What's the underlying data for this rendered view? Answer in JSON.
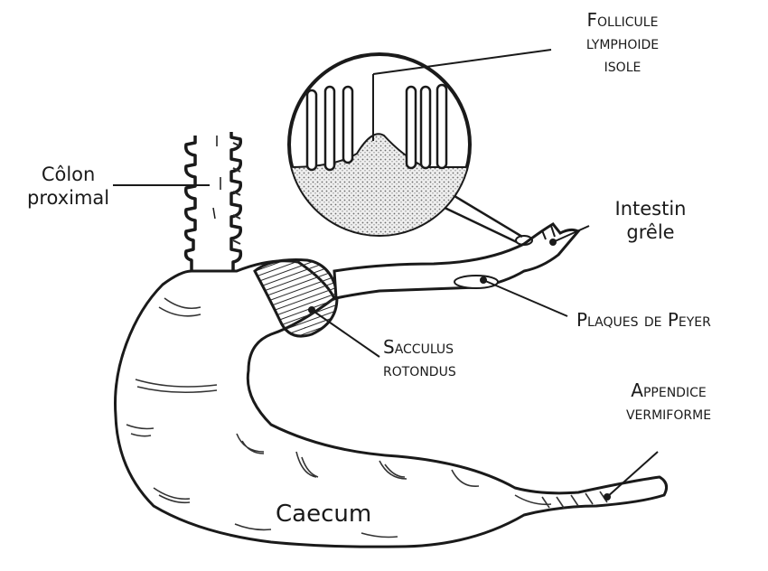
{
  "labels": {
    "follicule": [
      "Follicule",
      "lymphoide",
      "isole"
    ],
    "colon": [
      "Côlon",
      "proximal"
    ],
    "intestin": [
      "Intestin",
      "grêle"
    ],
    "plaques": "Plaques de Peyer",
    "sacculus": [
      "Sacculus",
      "rotondus"
    ],
    "appendice": [
      "Appendice",
      "vermiforme"
    ],
    "caecum": "Caecum"
  },
  "colors": {
    "ink": "#1a1a1a",
    "paper": "#ffffff",
    "stipple": "#c8c8c8",
    "hatch": "#555555"
  }
}
